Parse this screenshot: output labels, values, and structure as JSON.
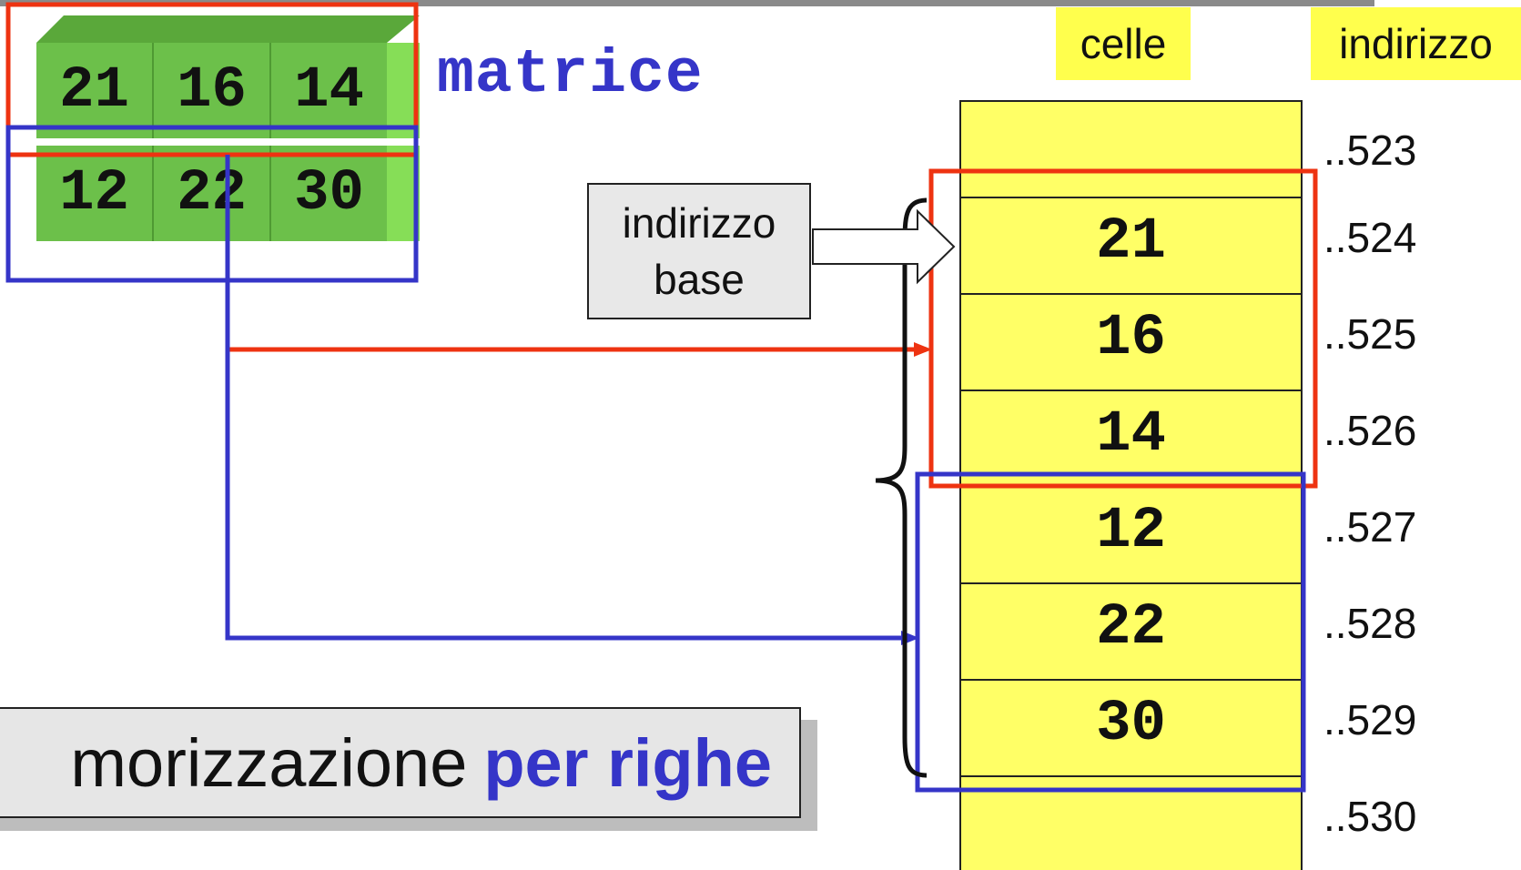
{
  "matrix": {
    "title": "matrice",
    "rows": [
      [
        "21",
        "16",
        "14"
      ],
      [
        "12",
        "22",
        "30"
      ]
    ]
  },
  "headers": {
    "cells": "celle",
    "address": "indirizzo"
  },
  "base_box": {
    "line1": "indirizzo",
    "line2": "base"
  },
  "memory": {
    "values": [
      "",
      "21",
      "16",
      "14",
      "12",
      "22",
      "30",
      ""
    ],
    "addresses": [
      "..523",
      "..524",
      "..525",
      "..526",
      "..527",
      "..528",
      "..529",
      "..530"
    ]
  },
  "footer": {
    "text_plain": "morizzazione",
    "text_emphasis": "per righe"
  },
  "colors": {
    "row1_highlight": "#ee3311",
    "row2_highlight": "#3535c8",
    "cube_green": "#6cc04a",
    "memory_yellow": "#ffff66",
    "header_yellow": "#ffff4d"
  }
}
